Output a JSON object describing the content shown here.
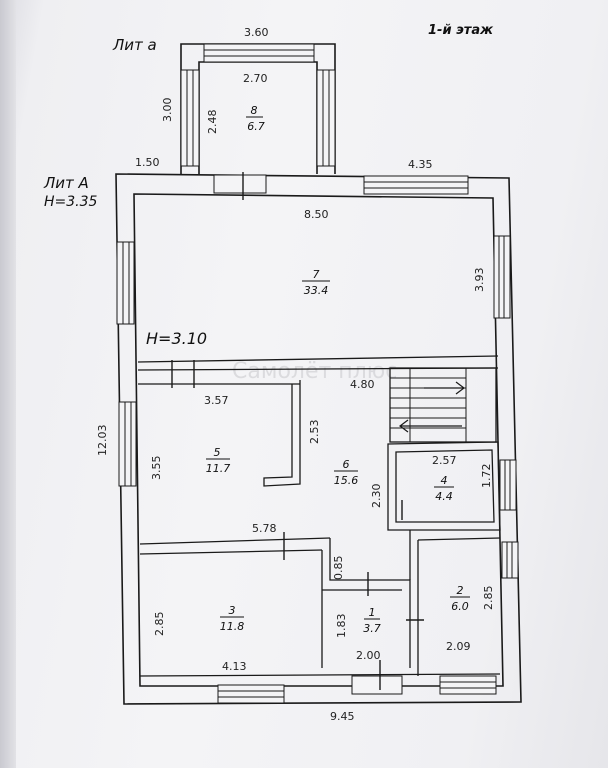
{
  "floor_title": "1-й этаж",
  "building_labels": {
    "lit_a_small": "Лит а",
    "lit_a_big": "Лит А",
    "h_outer": "H=3.35",
    "h_inner": "H=3.10"
  },
  "watermark": "Самолёт плюс",
  "rooms": [
    {
      "id": "8",
      "num": "8",
      "area": "6.7"
    },
    {
      "id": "7",
      "num": "7",
      "area": "33.4"
    },
    {
      "id": "5",
      "num": "5",
      "area": "11.7"
    },
    {
      "id": "6",
      "num": "6",
      "area": "15.6"
    },
    {
      "id": "4",
      "num": "4",
      "area": "4.4"
    },
    {
      "id": "3",
      "num": "3",
      "area": "11.8"
    },
    {
      "id": "1",
      "num": "1",
      "area": "3.7"
    },
    {
      "id": "2",
      "num": "2",
      "area": "6.0"
    }
  ],
  "dimensions": {
    "d_3_60": "3.60",
    "d_2_70": "2.70",
    "d_3_00": "3.00",
    "d_2_48": "2.48",
    "d_1_50": "1.50",
    "d_4_35": "4.35",
    "d_8_50": "8.50",
    "d_3_93": "3.93",
    "d_4_80": "4.80",
    "d_3_57": "3.57",
    "d_2_53": "2.53",
    "d_3_55": "3.55",
    "d_12_03": "12.03",
    "d_2_57": "2.57",
    "d_1_72": "1.72",
    "d_2_30": "2.30",
    "d_5_78": "5.78",
    "d_0_85": "0.85",
    "d_2_85_left": "2.85",
    "d_1_83": "1.83",
    "d_2_85_right": "2.85",
    "d_4_13": "4.13",
    "d_2_00": "2.00",
    "d_2_09": "2.09",
    "d_9_45": "9.45"
  }
}
